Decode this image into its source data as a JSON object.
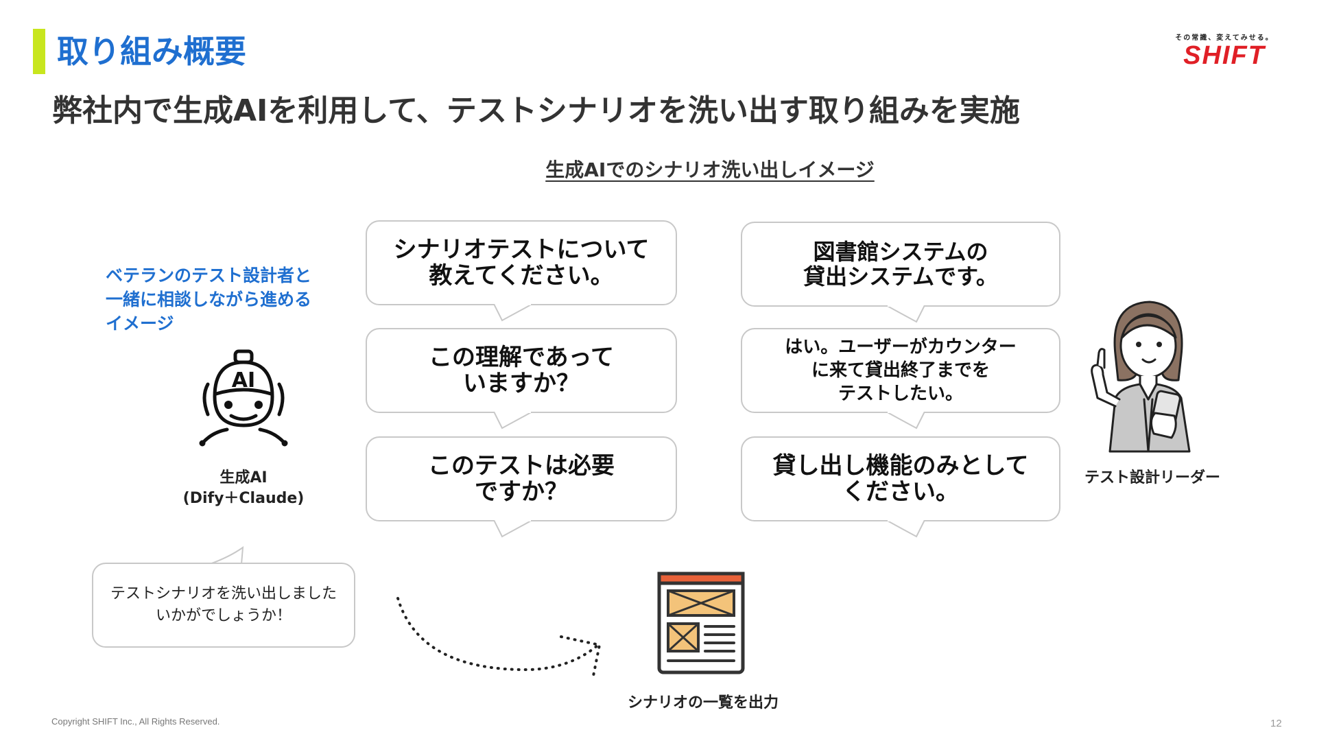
{
  "header": {
    "section_title": "取り組み概要",
    "logo_tagline": "その常識、変えてみせる。",
    "logo_text": "SHIFT"
  },
  "headline": "弊社内で生成AIを利用して、テストシナリオを洗い出す取り組みを実施",
  "subhead": "生成AIでのシナリオ洗い出しイメージ",
  "blue_note": "ベテランのテスト設計者と\n一緒に相談しながら進める\nイメージ",
  "ai_actor": {
    "icon_label": "AI",
    "caption": "生成AI\n(Dify＋Claude)"
  },
  "human_actor": {
    "caption": "テスト設計リーダー"
  },
  "ai_bubbles": [
    "シナリオテストについて\n教えてください。",
    "この理解であって\nいますか？",
    "このテストは必要\nですか？"
  ],
  "human_bubbles": [
    "図書館システムの\n貸出システムです。",
    "はい。ユーザーがカウンター\nに来て貸出終了までを\nテストしたい。",
    "貸し出し機能のみとして\nください。"
  ],
  "result_bubble": "テストシナリオを洗い出しました\nいかがでしょうか！",
  "output_caption": "シナリオの一覧を出力",
  "footer": {
    "copyright": "Copyright SHIFT Inc., All Rights Reserved.",
    "page_number": "12"
  },
  "colors": {
    "accent_bar": "#c8e61e",
    "title_blue": "#1f6fd0",
    "logo_red": "#e01f26",
    "doc_orange": "#e8623a",
    "doc_box": "#f3c37a"
  },
  "icons": [
    "robot-icon",
    "businesswoman-icon",
    "document-list-icon",
    "dotted-arrow-icon"
  ]
}
